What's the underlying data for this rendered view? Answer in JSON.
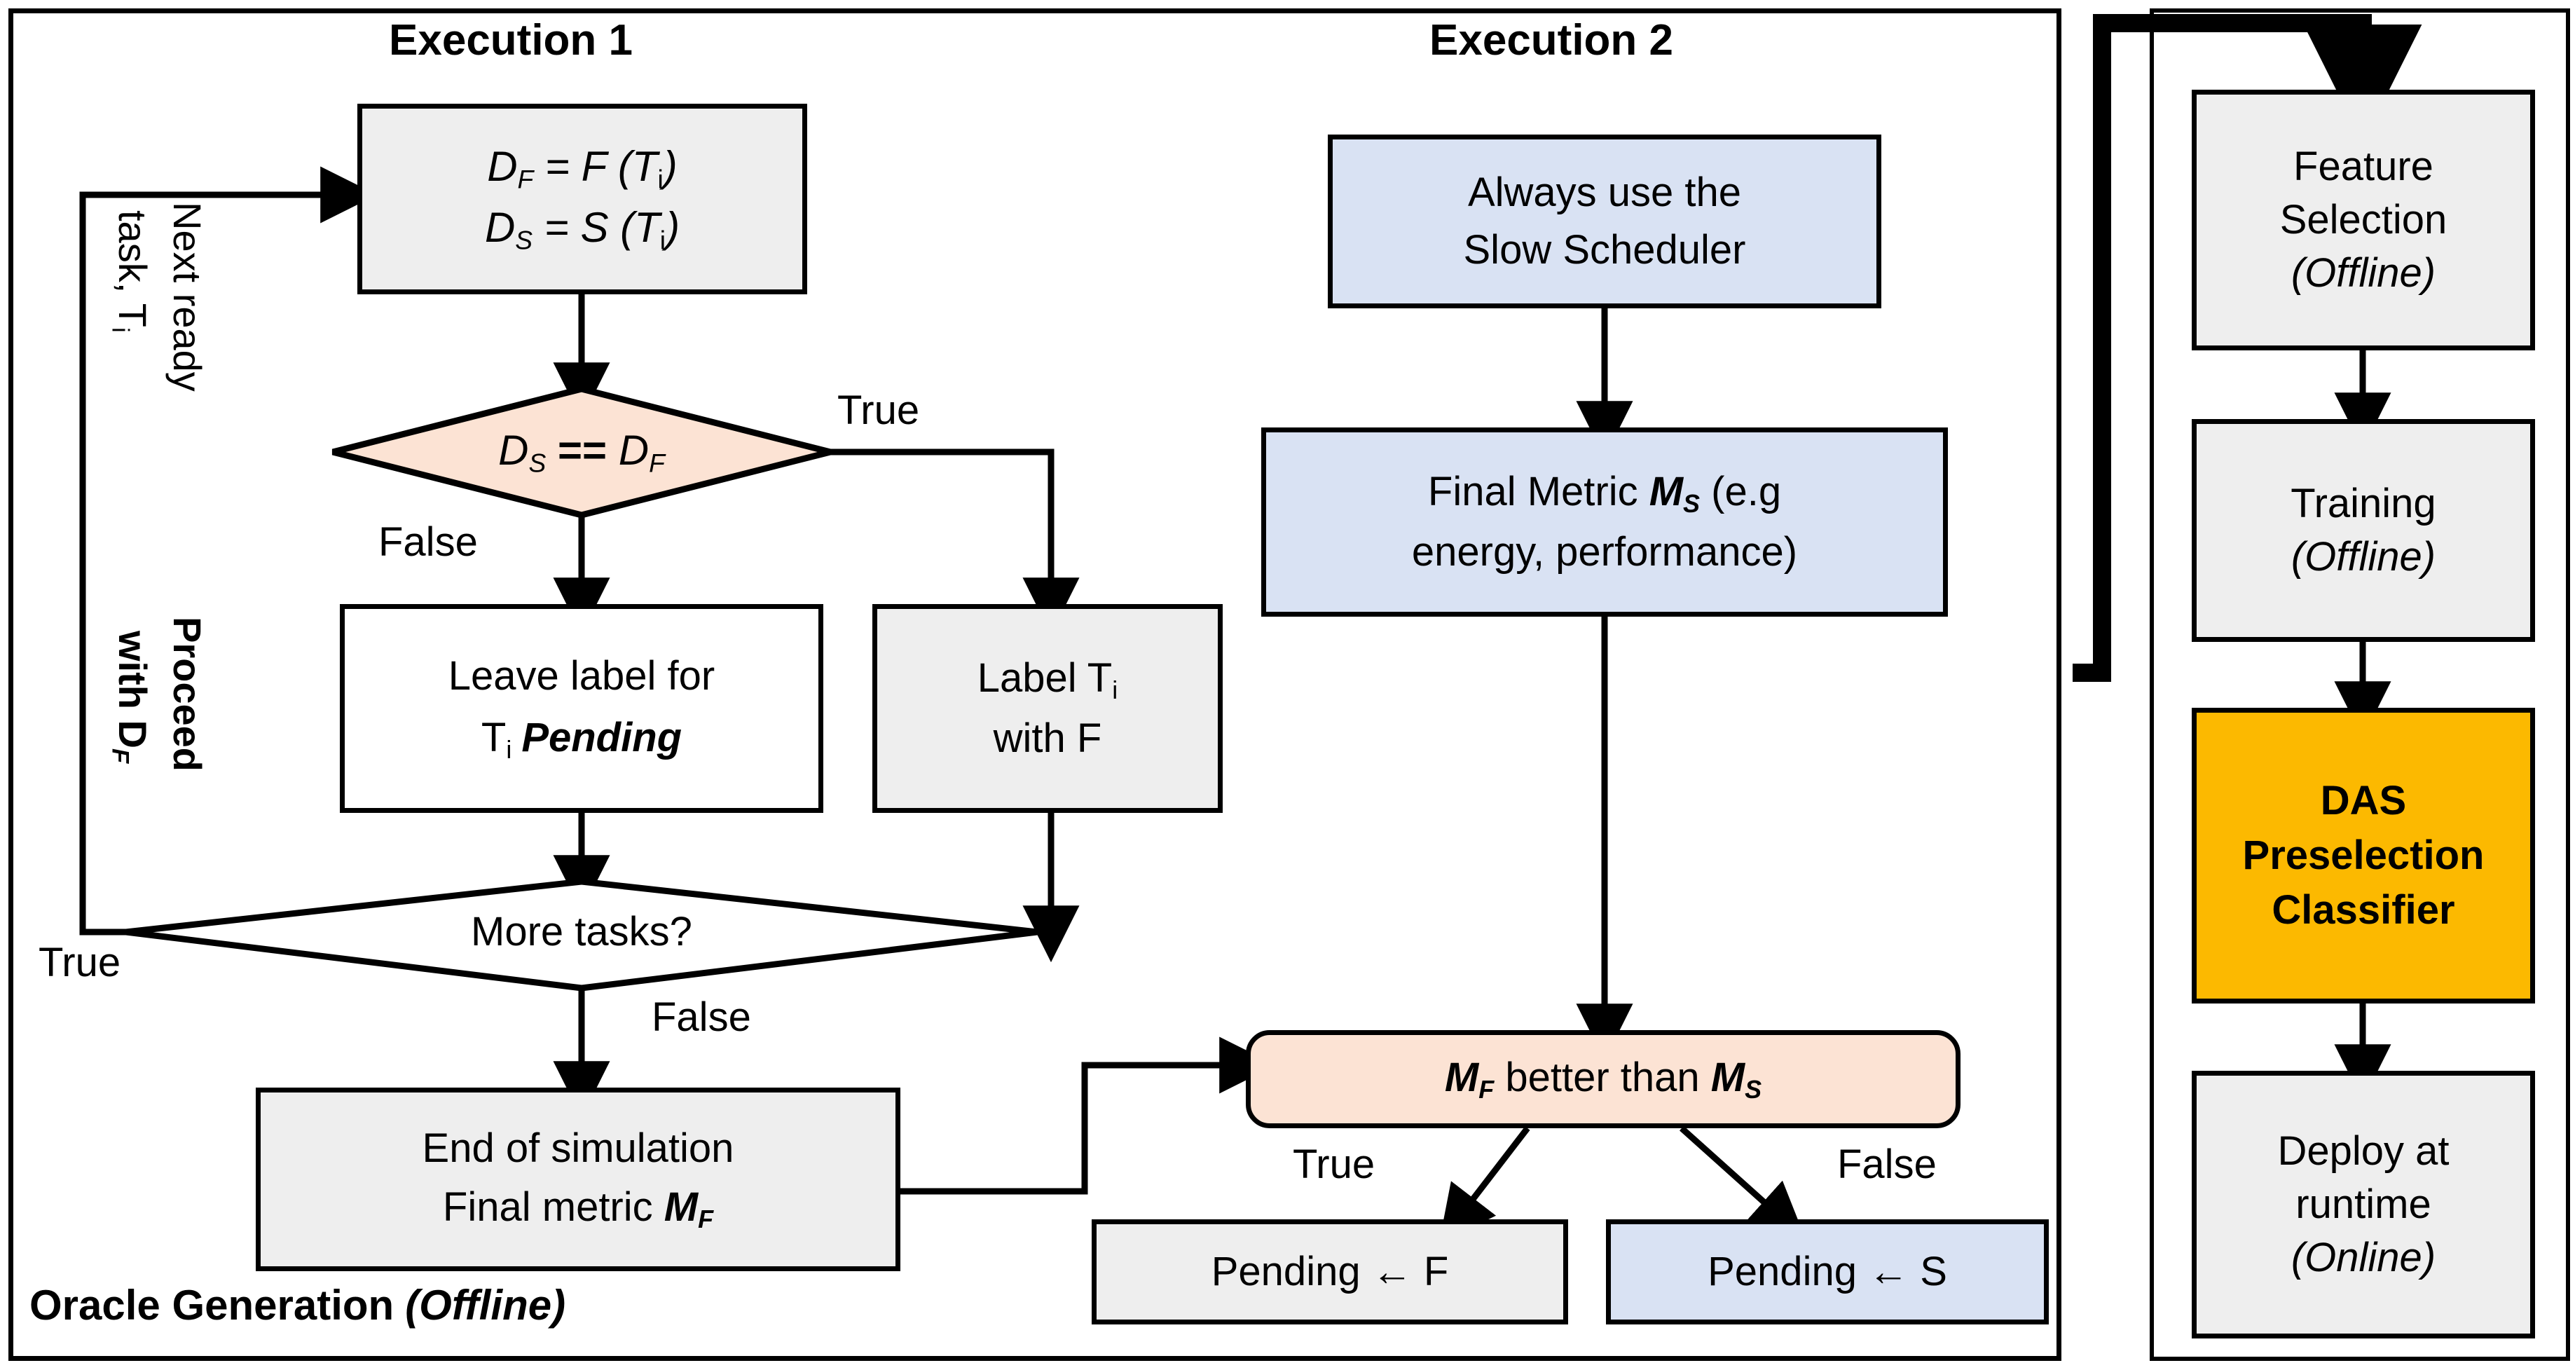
{
  "diagram": {
    "title_execution1": "Execution 1",
    "title_execution2": "Execution 2",
    "panel_left_caption_bold": "Oracle Generation",
    "panel_left_caption_italic": "(Offline)"
  },
  "execution1": {
    "compute_box": {
      "line1_prefix": "D",
      "line1_sub": "F",
      "line1_rest": " = F (T",
      "line1_sub2": "i",
      "line1_end": ")",
      "line2_prefix": "D",
      "line2_sub": "S",
      "line2_rest": " = S (T",
      "line2_sub2": "i",
      "line2_end": ")"
    },
    "decision": {
      "left": "D",
      "left_sub": "S",
      "mid": " == ",
      "right": "D",
      "right_sub": "F"
    },
    "decision_true_label": "True",
    "decision_false_label": "False",
    "pending_box": {
      "line1": "Leave label for",
      "line2_prefix": "T",
      "line2_sub": "i",
      "line2_bold": "Pending"
    },
    "label_f_box": {
      "line1_prefix": "Label T",
      "line1_sub": "i",
      "line2": "with F"
    },
    "more_tasks": "More tasks?",
    "more_tasks_true_label": "True",
    "more_tasks_false_label": "False",
    "end_box": {
      "line1": "End of simulation",
      "line2_prefix": "Final metric ",
      "line2_sym": "M",
      "line2_sub": "F"
    },
    "loop_label_1": "Next ready",
    "loop_label_2": "task, T",
    "loop_label_2_sub": "i",
    "loop_label_3": "Proceed",
    "loop_label_4": "with D",
    "loop_label_4_sub": "F"
  },
  "execution2": {
    "scheduler_box": {
      "line1": "Always use the",
      "line2": "Slow Scheduler"
    },
    "metric_box": {
      "line1_prefix": "Final Metric ",
      "line1_sym": "M",
      "line1_sub": "S",
      "line1_suffix": " (e.g",
      "line2": "energy, performance)"
    }
  },
  "comparison": {
    "decision": {
      "left_sym": "M",
      "left_sub": "F",
      "mid": " better than ",
      "right_sym": "M",
      "right_sub": "S"
    },
    "true_label": "True",
    "false_label": "False",
    "pending_f": "Pending ← F",
    "pending_s": "Pending ← S"
  },
  "pipeline": {
    "steps": [
      {
        "line1": "Feature",
        "line2": "Selection",
        "line3": "(Offline)"
      },
      {
        "line1": "Training",
        "line2": "(Offline)"
      },
      {
        "line1": "DAS",
        "line2": "Preselection",
        "line3": "Classifier"
      },
      {
        "line1": "Deploy at",
        "line2": "runtime",
        "line3": "(Online)"
      }
    ]
  },
  "colors": {
    "gray_fill": "#eeeeee",
    "blue_fill": "#d9e2f3",
    "peach_fill": "#fce3d4",
    "amber_fill": "#fcb900",
    "stroke": "#000000"
  }
}
